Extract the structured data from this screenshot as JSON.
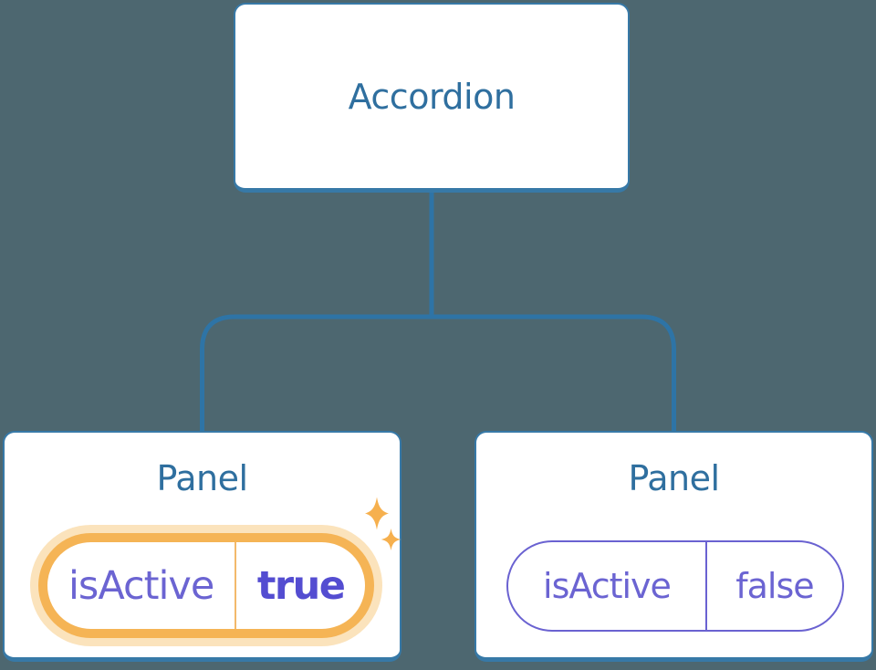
{
  "diagram": {
    "description": "Component tree: Accordion parent holding isActive state of two Panel children",
    "root": {
      "label": "Accordion"
    },
    "panels": [
      {
        "title": "Panel",
        "active": true,
        "state": {
          "prop": "isActive",
          "value": "true"
        }
      },
      {
        "title": "Panel",
        "active": false,
        "state": {
          "prop": "isActive",
          "value": "false"
        }
      }
    ]
  },
  "icons": {
    "sparkles": "sparkles-icon (two four-pointed stars marking the active panel)"
  },
  "colors": {
    "background": "#4D6770",
    "card_fill": "#FFFFFF",
    "card_border": "#3779A7",
    "connector_line": "#2E74A6",
    "title_text": "#2F6F9F",
    "state_text": "#6B64D2",
    "state_value_active_text": "#544DD1",
    "active_ring": "#F5B455",
    "active_glow": "#FBE3BC",
    "active_divider": "#F3B96B",
    "sparkle": "#F6B04E"
  }
}
